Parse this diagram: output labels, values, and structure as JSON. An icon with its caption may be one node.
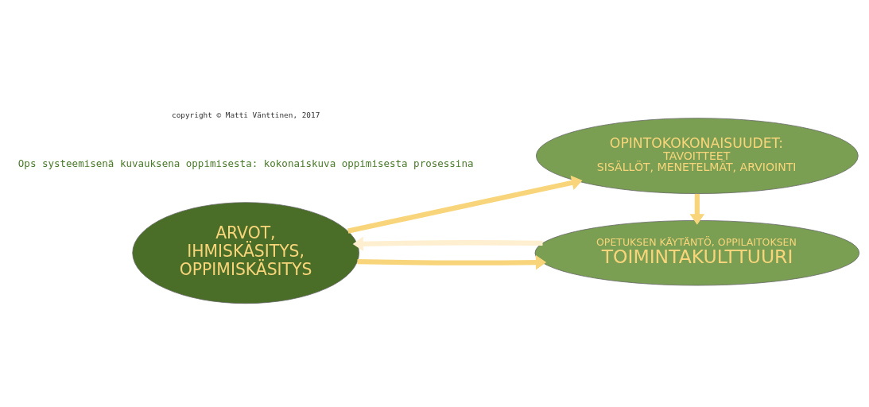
{
  "diagram": {
    "nodes": [
      {
        "text": [
          "ARVOT, IHMISKÄSITYS, OPPIMISKÄSITYS"
        ]
      },
      {
        "text": [
          "OPETUKSEN KÄYTÄNTÖ, OPPILAITOKSEN",
          "TOIMINTAKULTTUURI"
        ]
      },
      {
        "text": [
          "OPINTOKOKONAISUUDET:",
          "TAVOITTEET",
          "SISÄLLÖT, MENETELMÄT, ARVIOINTI"
        ]
      }
    ],
    "edges": [
      {
        "from": 0,
        "to": 1,
        "arrow": "to"
      },
      {
        "from": 0,
        "to": 2,
        "arrow": "to"
      },
      {
        "from": 2,
        "to": 1,
        "arrow": "to"
      },
      {
        "from": 1,
        "to": 0,
        "arrow": "to",
        "color": "#fdefcf"
      }
    ],
    "labels": [
      "Ops systeemisenä kuvauksena oppimisesta: kokonaiskuva oppimisesta prosessina",
      "copyright © Matti Vänttinen, 2017"
    ]
  }
}
